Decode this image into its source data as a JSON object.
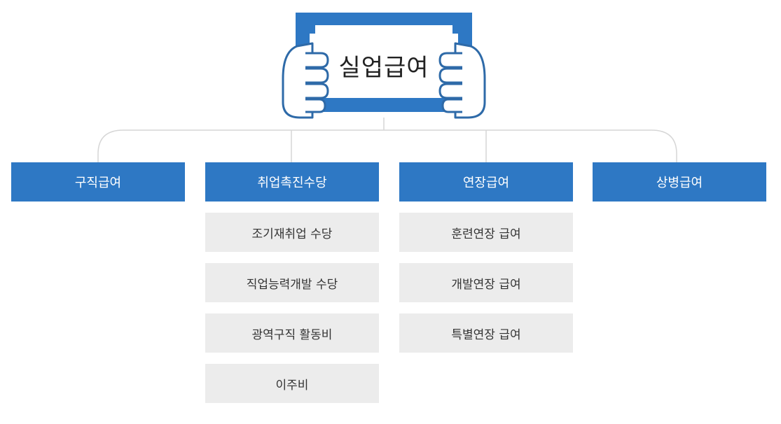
{
  "title": "실업급여",
  "colors": {
    "accent": "#2e78c4",
    "sub_bg": "#ececec",
    "connector": "#d6d6d6",
    "text_dark": "#333333"
  },
  "categories": [
    {
      "label": "구직급여",
      "items": []
    },
    {
      "label": "취업촉진수당",
      "items": [
        "조기재취업 수당",
        "직업능력개발 수당",
        "광역구직 활동비",
        "이주비"
      ]
    },
    {
      "label": "연장급여",
      "items": [
        "훈련연장 급여",
        "개발연장 급여",
        "특별연장 급여"
      ]
    },
    {
      "label": "상병급여",
      "items": []
    }
  ]
}
